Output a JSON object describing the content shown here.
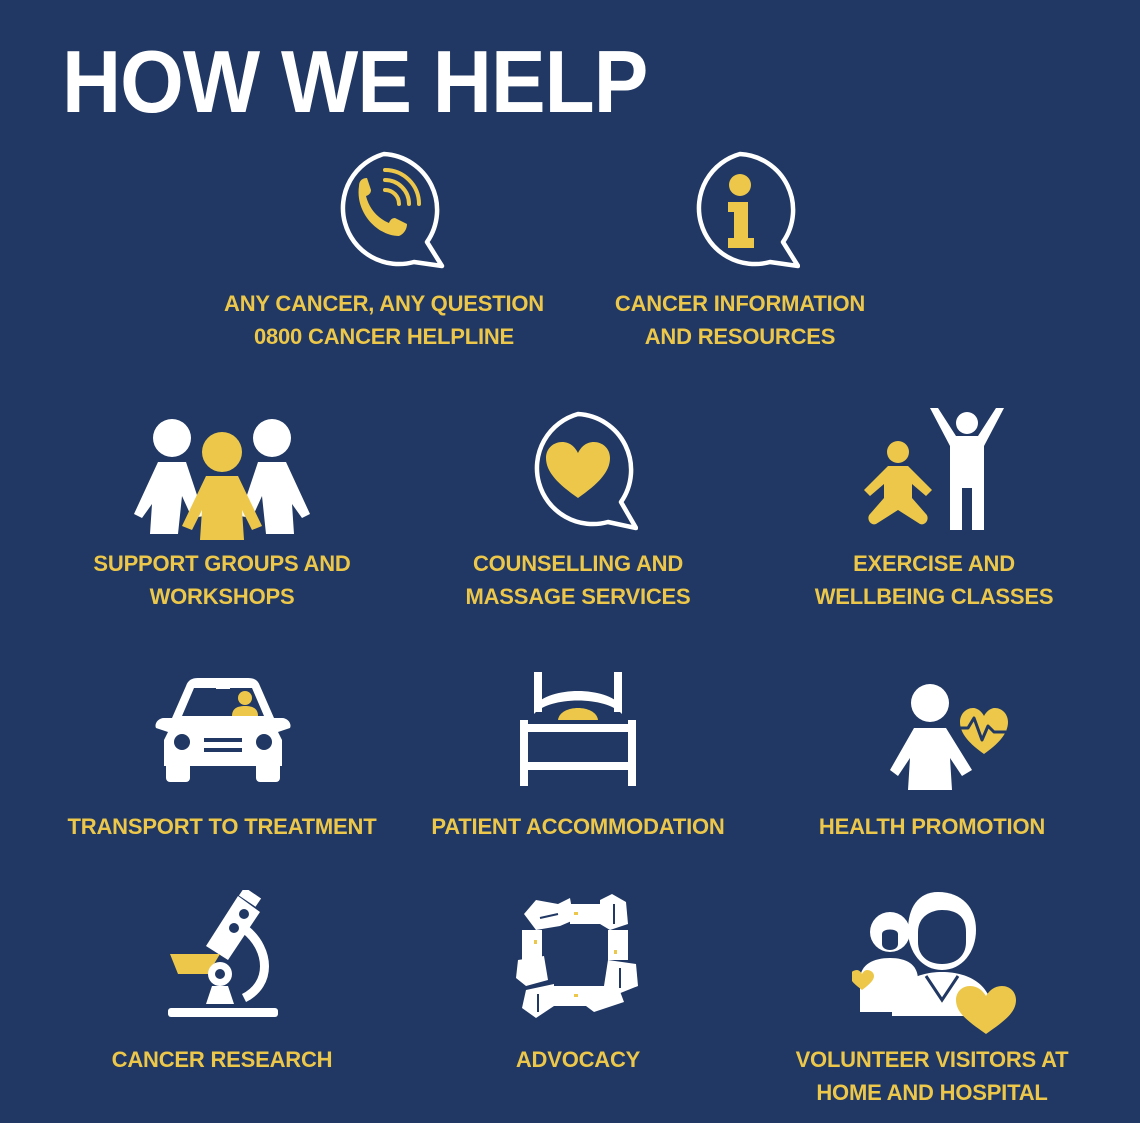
{
  "title": "HOW WE HELP",
  "colors": {
    "background": "#203863",
    "accent": "#ecc74a",
    "icon": "#ffffff"
  },
  "services": [
    {
      "icon": "phone-speech-bubble-icon",
      "lines": [
        "ANY CANCER, ANY QUESTION",
        "0800 CANCER HELPLINE"
      ]
    },
    {
      "icon": "info-speech-bubble-icon",
      "lines": [
        "CANCER INFORMATION",
        "AND RESOURCES"
      ]
    },
    {
      "icon": "group-of-people-icon",
      "lines": [
        "SUPPORT GROUPS AND",
        "WORKSHOPS"
      ]
    },
    {
      "icon": "heart-speech-bubble-icon",
      "lines": [
        "COUNSELLING AND",
        "MASSAGE SERVICES"
      ]
    },
    {
      "icon": "exercise-people-icon",
      "lines": [
        "EXERCISE AND",
        "WELLBEING CLASSES"
      ]
    },
    {
      "icon": "car-icon",
      "lines": [
        "TRANSPORT TO TREATMENT"
      ]
    },
    {
      "icon": "bed-icon",
      "lines": [
        "PATIENT ACCOMMODATION"
      ]
    },
    {
      "icon": "person-heartbeat-icon",
      "lines": [
        "HEALTH PROMOTION"
      ]
    },
    {
      "icon": "microscope-icon",
      "lines": [
        "CANCER RESEARCH"
      ]
    },
    {
      "icon": "linked-hands-icon",
      "lines": [
        "ADVOCACY"
      ]
    },
    {
      "icon": "volunteer-visitors-icon",
      "lines": [
        "VOLUNTEER VISITORS AT",
        "HOME AND HOSPITAL"
      ]
    }
  ]
}
